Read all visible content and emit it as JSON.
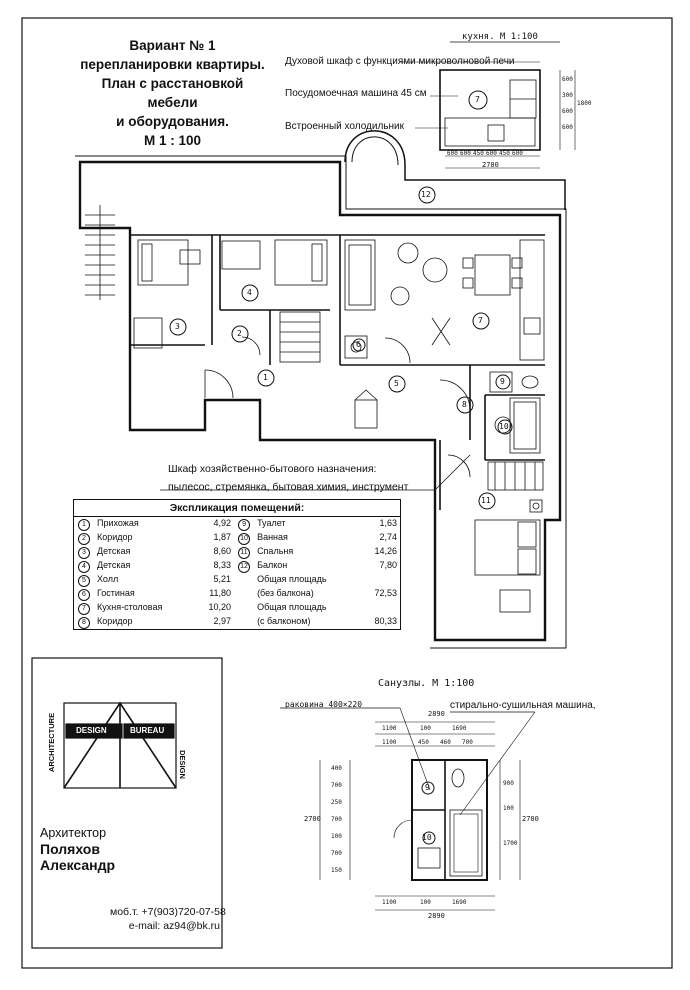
{
  "title_lines": [
    "Вариант № 1",
    "перепланировки квартиры.",
    "План с расстановкой мебели",
    "и оборудования.",
    "М 1 : 100"
  ],
  "kitchen": {
    "heading": "кухня. М 1:100",
    "note_oven": "Духовой шкаф с функциями микроволновой печи",
    "note_dishwasher": "Посудомоечная машина 45 см",
    "note_fridge": "Встроенный холодильник",
    "dims_bottom": [
      "600",
      "600",
      "450",
      "600",
      "450",
      "600"
    ],
    "dim_total": "2700",
    "dims_side": [
      "600",
      "300",
      "600",
      "600"
    ],
    "dim_side_total": "1800",
    "room_no": "7"
  },
  "cabinet_note": [
    "Шкаф хозяйственно-бытового назначения:",
    "пылесос, стремянка,  бытовая химия, инструмент"
  ],
  "explication": {
    "heading": "Экспликация помещений:",
    "rooms_left": [
      {
        "no": "1",
        "name": "Прихожая",
        "area": "4,92"
      },
      {
        "no": "2",
        "name": "Коридор",
        "area": "1,87"
      },
      {
        "no": "3",
        "name": "Детская",
        "area": "8,60"
      },
      {
        "no": "4",
        "name": "Детская",
        "area": "8,33"
      },
      {
        "no": "5",
        "name": "Холл",
        "area": "5,21"
      },
      {
        "no": "6",
        "name": "Гостиная",
        "area": "11,80"
      },
      {
        "no": "7",
        "name": "Кухня-столовая",
        "area": "10,20"
      },
      {
        "no": "8",
        "name": "Коридор",
        "area": "2,97"
      }
    ],
    "rooms_right": [
      {
        "no": "9",
        "name": "Туалет",
        "area": "1,63"
      },
      {
        "no": "10",
        "name": "Ванная",
        "area": "2,74"
      },
      {
        "no": "11",
        "name": "Спальня",
        "area": "14,26"
      },
      {
        "no": "12",
        "name": "Балкон",
        "area": "7,80"
      }
    ],
    "total_no_balcony_label": [
      "Общая площадь",
      "(без балкона)"
    ],
    "total_no_balcony": "72,53",
    "total_with_balcony_label": [
      "Общая площадь",
      "(с балконом)"
    ],
    "total_with_balcony": "80,33"
  },
  "bathroom": {
    "heading": "Санузлы. М 1:100",
    "sink_note": "раковина 400×220",
    "washer_note": "стирально-сушильная машина,",
    "dim_top_total": "2890",
    "dims_top": [
      "1100",
      "100",
      "1690"
    ],
    "dims_top2": [
      "1100",
      "450",
      "460",
      "700"
    ],
    "dims_bottom": [
      "1100",
      "100",
      "1690"
    ],
    "dim_bottom_total": "2890",
    "dims_left": [
      "400",
      "700",
      "250",
      "700",
      "100",
      "700",
      "150"
    ],
    "dim_left_total": "2700",
    "dims_right": [
      "900",
      "100",
      "1700"
    ],
    "dim_right_total": "2700",
    "rooms": [
      "9",
      "10"
    ]
  },
  "logo": {
    "left_text": "ARCHITECTURE",
    "design": "DESIGN",
    "bureau": "BUREAU",
    "right_text": "DESIGN"
  },
  "architect": {
    "label": "Архитектор",
    "first": "Поляхов",
    "last": "Александр"
  },
  "contacts": {
    "phone": "моб.т. +7(903)720-07-58",
    "email": "e-mail: az94@bk.ru"
  },
  "plan_rooms": [
    "1",
    "2",
    "3",
    "4",
    "5",
    "6",
    "7",
    "8",
    "9",
    "10",
    "11",
    "12"
  ]
}
